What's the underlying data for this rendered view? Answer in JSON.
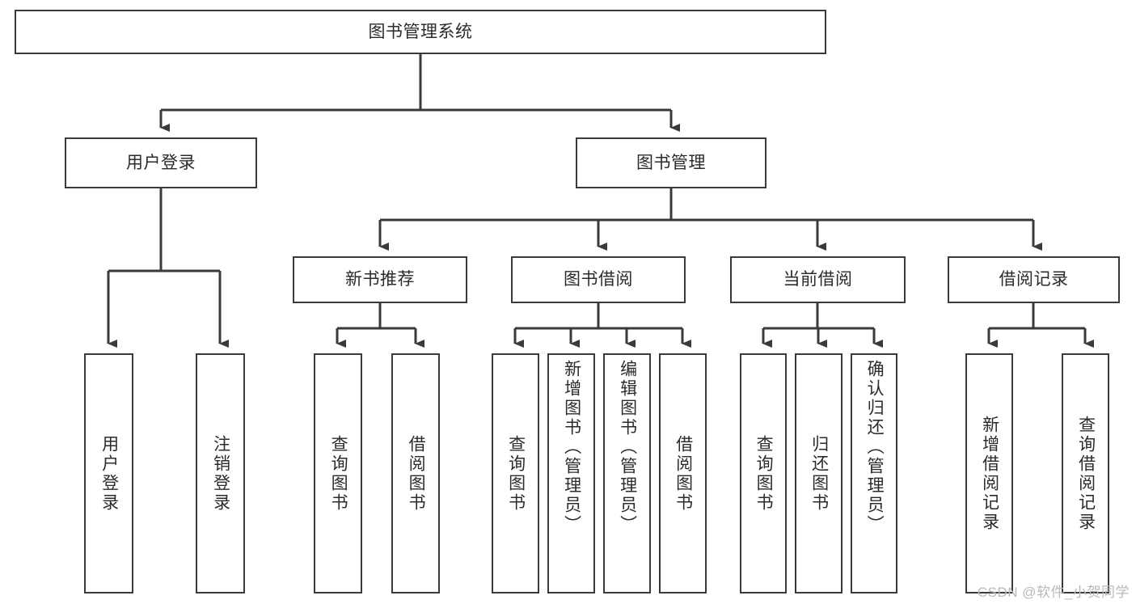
{
  "diagram": {
    "title": "图书管理系统",
    "type": "tree-structure-chart",
    "watermark": "CSDN @软件_小贺同学",
    "colors": {
      "stroke": "#3a3a3a",
      "fill": "#ffffff",
      "text": "#2b2b2b",
      "watermark": "#b9b9b9"
    }
  },
  "nodes": {
    "root": {
      "label": "图书管理系统"
    },
    "level2": [
      {
        "label": "用户登录"
      },
      {
        "label": "图书管理"
      }
    ],
    "level3": [
      {
        "label": "新书推荐"
      },
      {
        "label": "图书借阅"
      },
      {
        "label": "当前借阅"
      },
      {
        "label": "借阅记录"
      }
    ],
    "leaves": {
      "user_login": [
        {
          "label": "用户登录"
        },
        {
          "label": "注销登录"
        }
      ],
      "new_book": [
        {
          "label": "查询图书"
        },
        {
          "label": "借阅图书"
        }
      ],
      "book_borrow": [
        {
          "label": "查询图书"
        },
        {
          "label": "新增图书（管理员）"
        },
        {
          "label": "编辑图书（管理员）"
        },
        {
          "label": "借阅图书"
        }
      ],
      "current_borrow": [
        {
          "label": "查询图书"
        },
        {
          "label": "归还图书"
        },
        {
          "label": "确认归还（管理员）"
        }
      ],
      "borrow_record": [
        {
          "label": "新增借阅记录"
        },
        {
          "label": "查询借阅记录"
        }
      ]
    }
  }
}
